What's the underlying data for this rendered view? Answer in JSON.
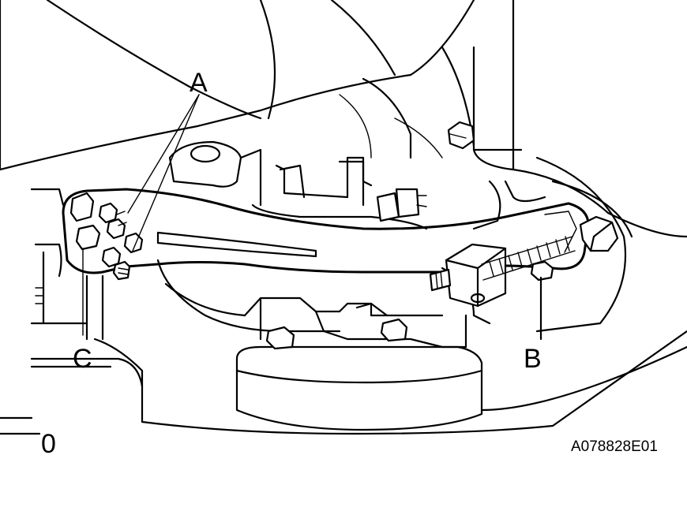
{
  "callouts": {
    "a": "A",
    "b": "B",
    "c": "C"
  },
  "corner_mark": "0",
  "figure_id": "A078828E01"
}
